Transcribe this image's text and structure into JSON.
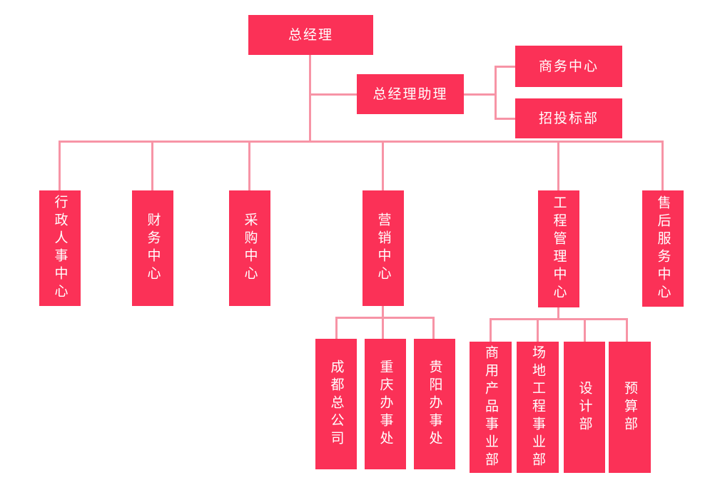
{
  "colors": {
    "box": "#FB3157",
    "line": "#F794A6",
    "text": "#FFFFFF"
  },
  "org": {
    "root": "总经理",
    "assistant": "总经理助理",
    "assistant_depts": [
      "商务中心",
      "招投标部"
    ],
    "level2": [
      "行政人事中心",
      "财务中心",
      "采购中心",
      "营销中心",
      "工程管理中心",
      "售后服务中心"
    ],
    "marketing_children": [
      "成都总公司",
      "重庆办事处",
      "贵阳办事处"
    ],
    "engineering_children": [
      "商用产品事业部",
      "场地工程事业部",
      "设计部",
      "预算部"
    ]
  }
}
